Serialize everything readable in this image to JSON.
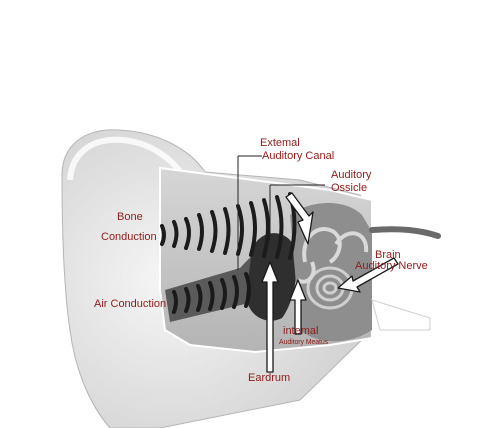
{
  "labels": {
    "external_canal_line1": "Extemal",
    "external_canal_line2": "Auditory Canal",
    "ossicle_line1": "Auditory",
    "ossicle_line2": "Ossicle",
    "bone_line1": "Bone",
    "bone_line2": "Conduction",
    "brain_line1": "Brain",
    "brain_line2": "Auditory Nerve",
    "air": "Air Conduction",
    "internal_line1": "intemal",
    "internal_line2": "Auditory Meatus",
    "eardrum": "Eardrum"
  },
  "colors": {
    "label_text": "#8c1c1c",
    "callout_line": "#222222",
    "arrow_fill": "#ffffff",
    "ear_skin": "#ececec",
    "cross_section": "#c9c9c9",
    "canal_dark": "#555555"
  },
  "icons": [
    "sound-wave-icon",
    "arrow-up-icon",
    "arrow-down-right-icon"
  ]
}
